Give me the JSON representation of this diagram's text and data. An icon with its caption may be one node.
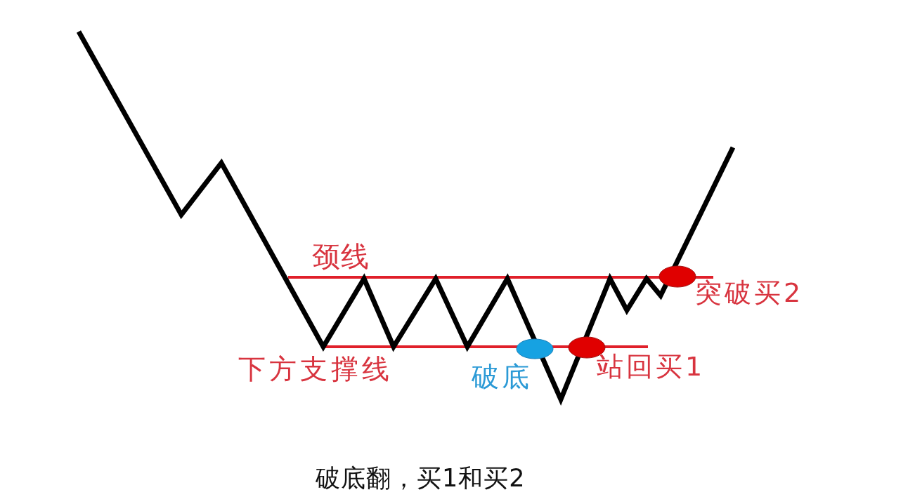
{
  "diagram": {
    "caption": "破底翻，买1和买2",
    "labels": [
      "颈线",
      "下方支撑线",
      "破底",
      "站回买1",
      "突破买2"
    ]
  }
}
